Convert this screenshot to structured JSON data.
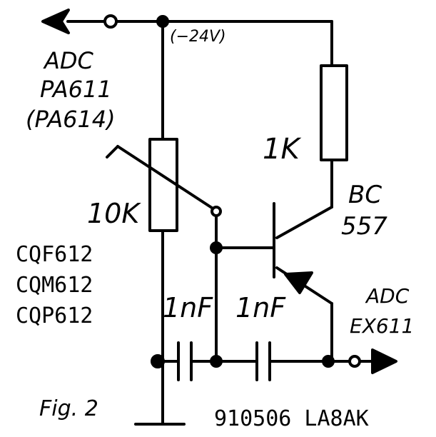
{
  "schematic": {
    "supply_label": "(−24V)",
    "adc_top": [
      "ADC",
      "PA611",
      "(PA614)"
    ],
    "pot_value": "10K",
    "resistor_value": "1K",
    "transistor": [
      "BC",
      "557"
    ],
    "part_numbers": [
      "CQF612",
      "CQM612",
      "CQP612"
    ],
    "capacitor_left": "1nF",
    "capacitor_right": "1nF",
    "adc_out": [
      "ADC",
      "EX611"
    ],
    "figure_label": "Fig. 2",
    "author_tag": "910506 LA8AK"
  },
  "colors": {
    "ink": "#000000",
    "paper": "#ffffff"
  }
}
